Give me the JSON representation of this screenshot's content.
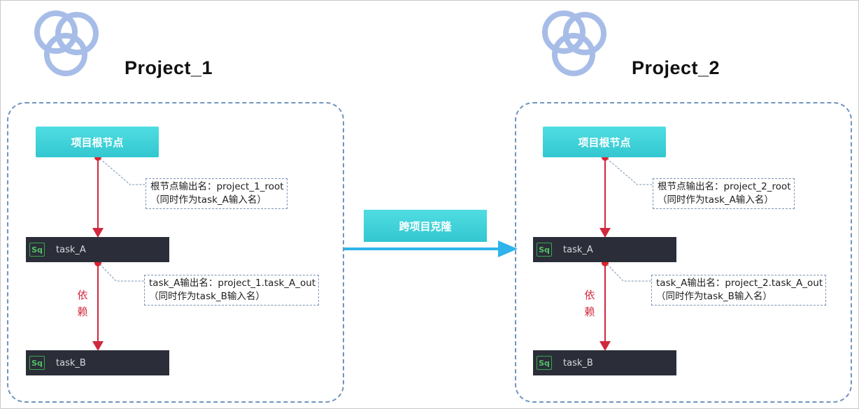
{
  "projects": [
    {
      "title": "Project_1",
      "root_label": "项目根节点",
      "root_note_line1": "根节点输出名：project_1_root",
      "root_note_line2": "（同时作为task_A输入名）",
      "task_a": "task_A",
      "task_a_note_line1": "task_A输出名：project_1.task_A_out",
      "task_a_note_line2": "（同时作为task_B输入名）",
      "dependency_char1": "依",
      "dependency_char2": "赖",
      "task_b": "task_B",
      "task_icon": "Sq"
    },
    {
      "title": "Project_2",
      "root_label": "项目根节点",
      "root_note_line1": "根节点输出名：project_2_root",
      "root_note_line2": "（同时作为task_A输入名）",
      "task_a": "task_A",
      "task_a_note_line1": "task_A输出名：project_2.task_A_out",
      "task_a_note_line2": "（同时作为task_B输入名）",
      "dependency_char1": "依",
      "dependency_char2": "赖",
      "task_b": "task_B",
      "task_icon": "Sq"
    }
  ],
  "clone_label": "跨项目克隆",
  "colors": {
    "logo": "#a7bde8",
    "root_node": "#3fd2d8",
    "task_node": "#2b2e38",
    "task_icon": "#3aa74f",
    "edge": "#d0283c",
    "box_border": "#6f95be",
    "clone_arrow": "#30b3ea"
  },
  "icons": {
    "logo": "cloud-swirl-logo-icon",
    "task": "sql-task-icon"
  }
}
